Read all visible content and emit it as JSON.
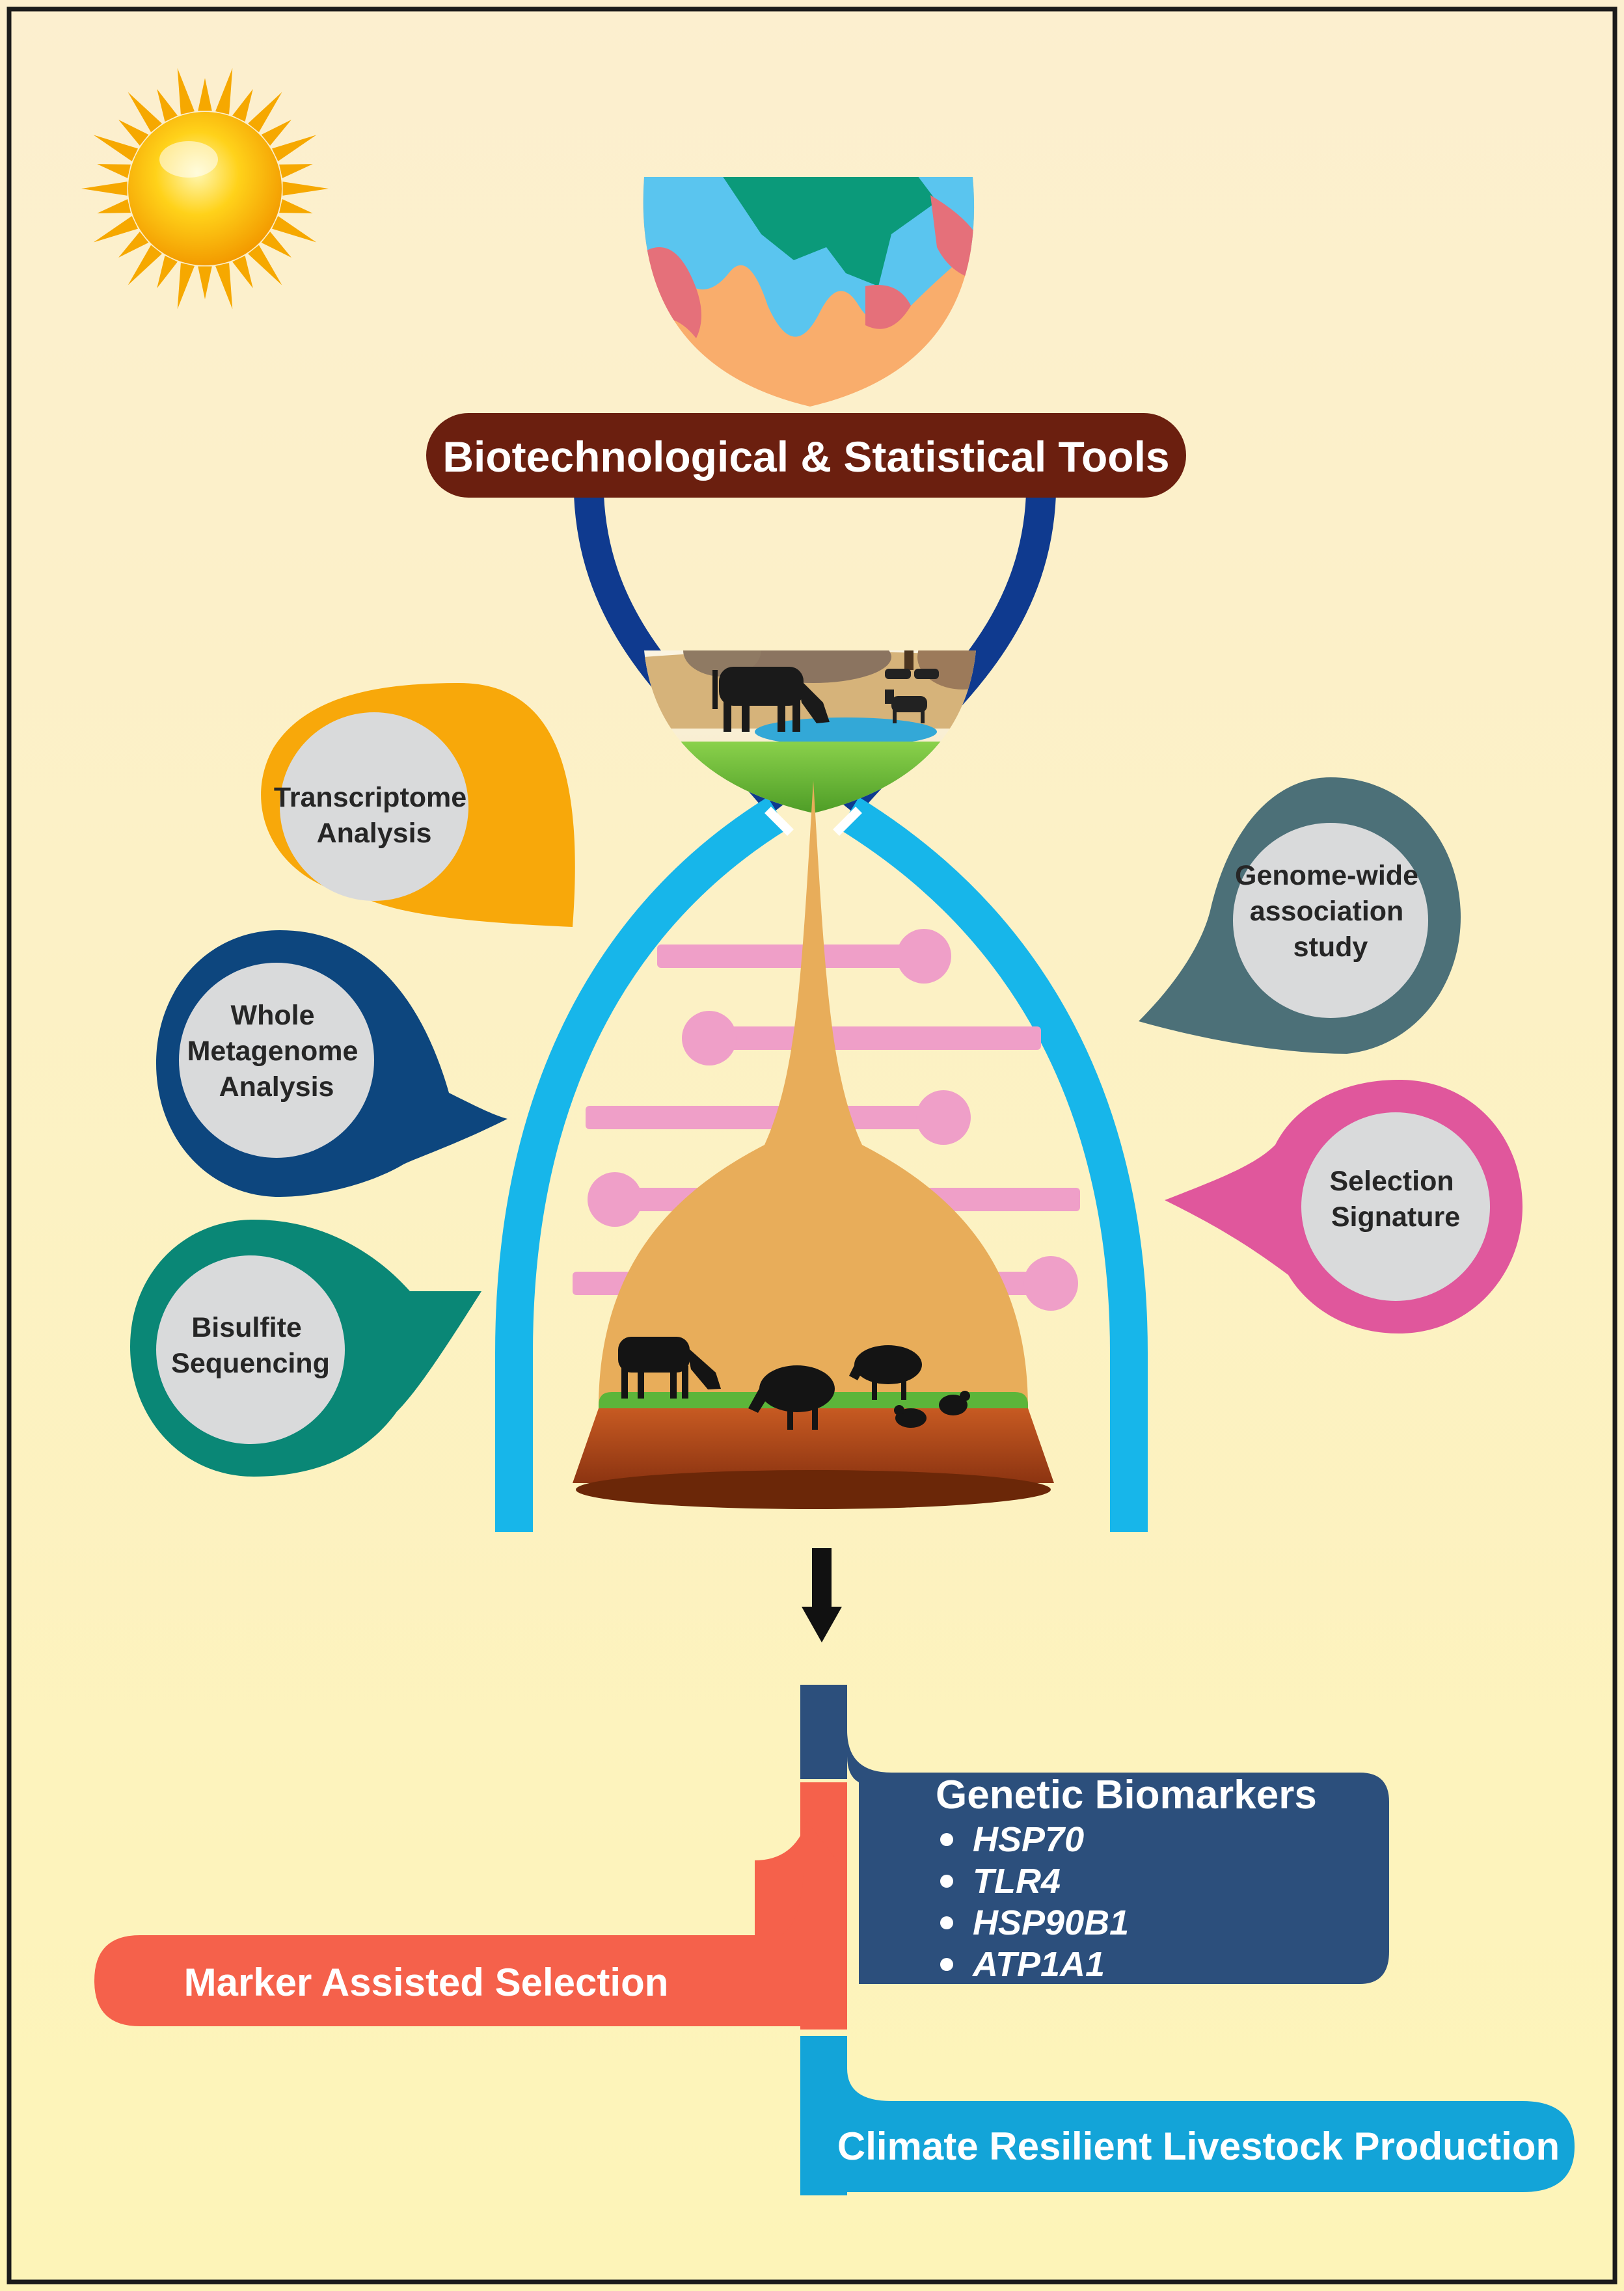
{
  "title": "Biotechnological & Statistical Tools",
  "tools": {
    "transcriptome": [
      "Transcriptome",
      "Analysis"
    ],
    "metagenome": [
      "Whole",
      "Metagenome",
      "Analysis"
    ],
    "bisulfite": [
      "Bisulfite",
      "Sequencing"
    ],
    "gwas": [
      "Genome-wide",
      "association",
      "study"
    ],
    "selection": [
      "Selection",
      "Signature"
    ]
  },
  "biomarkers": {
    "heading": "Genetic Biomarkers",
    "genes": [
      "HSP70",
      "TLR4",
      "HSP90B1",
      "ATP1A1"
    ]
  },
  "marker_assisted_selection": "Marker Assisted Selection",
  "climate_resilient": "Climate Resilient Livestock Production",
  "colors": {
    "background_top": "#fcefcf",
    "background_bottom": "#fdf4b8",
    "title_bar": "#6b1f0f",
    "helix_dark": "#0f3a8f",
    "helix_light": "#17b6ea",
    "rungs": "#ef9fc8",
    "flask": "#e8ad5a",
    "soil": "#b3471e",
    "transcriptome_bubble": "#f8a80a",
    "metagenome_bubble": "#0d467e",
    "bisulfite_bubble": "#0a8776",
    "gwas_bubble": "#4c7078",
    "selection_bubble": "#e0579c",
    "biomarker_box": "#2c4f7c",
    "mas_arrow": "#f5614b",
    "climate_box": "#13a4d8"
  }
}
